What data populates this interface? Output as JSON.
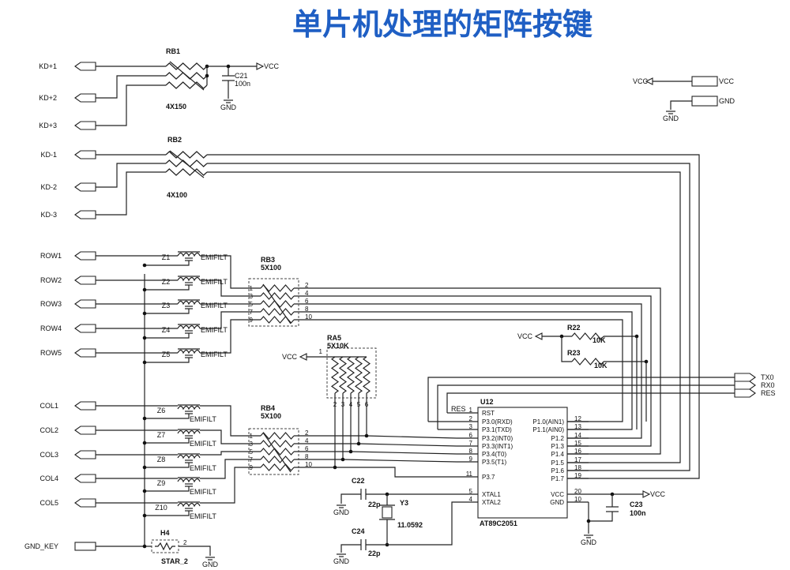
{
  "title": "单片机处理的矩阵按键",
  "connectors": {
    "kd_plus": [
      "KD+1",
      "KD+2",
      "KD+3"
    ],
    "kd_minus": [
      "KD-1",
      "KD-2",
      "KD-3"
    ],
    "rows": [
      "ROW1",
      "ROW2",
      "ROW3",
      "ROW4",
      "ROW5"
    ],
    "cols": [
      "COL1",
      "COL2",
      "COL3",
      "COL4",
      "COL5"
    ],
    "gnd_key": "GND_KEY",
    "serial": [
      "TX0",
      "RX0",
      "RES"
    ]
  },
  "power": {
    "vcc": "VCC",
    "gnd": "GND"
  },
  "rb1": {
    "ref": "RB1",
    "value": "4X150"
  },
  "rb2": {
    "ref": "RB2",
    "value": "4X100"
  },
  "rb3": {
    "ref": "RB3",
    "value": "5X100"
  },
  "rb4": {
    "ref": "RB4",
    "value": "5X100"
  },
  "ra5": {
    "ref": "RA5",
    "value": "5X10K"
  },
  "c21": {
    "ref": "C21",
    "value": "100n"
  },
  "c22": {
    "ref": "C22",
    "value": "22p"
  },
  "c24": {
    "ref": "C24",
    "value": "22p"
  },
  "c23": {
    "ref": "C23",
    "value": "100n"
  },
  "y3": {
    "ref": "Y3",
    "value": "11.0592"
  },
  "r22": {
    "ref": "R22",
    "value": "10K"
  },
  "r23": {
    "ref": "R23",
    "value": "10K"
  },
  "h4": {
    "ref": "H4",
    "value": "STAR_2",
    "pin": "2"
  },
  "filters": {
    "row_refs": [
      "Z1",
      "Z2",
      "Z3",
      "Z4",
      "Z5"
    ],
    "col_refs": [
      "Z6",
      "Z7",
      "Z8",
      "Z9",
      "Z10"
    ],
    "value": "EMIFILT"
  },
  "network_pins": {
    "left": [
      "1",
      "3",
      "5",
      "7",
      "9"
    ],
    "right": [
      "2",
      "4",
      "6",
      "8",
      "10"
    ],
    "ra5_top": "1",
    "ra5_bottom": [
      "2",
      "3",
      "4",
      "5",
      "6"
    ]
  },
  "u12": {
    "ref": "U12",
    "part": "AT89C2051",
    "left_pins": [
      {
        "num": "1",
        "name": "RST"
      },
      {
        "num": "2",
        "name": "P3.0(RXD)"
      },
      {
        "num": "3",
        "name": "P3.1(TXD)"
      },
      {
        "num": "6",
        "name": "P3.2(INT0)"
      },
      {
        "num": "7",
        "name": "P3.3(INT1)"
      },
      {
        "num": "8",
        "name": "P3.4(T0)"
      },
      {
        "num": "9",
        "name": "P3.5(T1)"
      },
      {
        "num": "11",
        "name": "P3.7"
      },
      {
        "num": "5",
        "name": "XTAL1"
      },
      {
        "num": "4",
        "name": "XTAL2"
      }
    ],
    "right_pins": [
      {
        "num": "12",
        "name": "P1.0(AIN1)"
      },
      {
        "num": "13",
        "name": "P1.1(AIN0)"
      },
      {
        "num": "14",
        "name": "P1.2"
      },
      {
        "num": "15",
        "name": "P1.3"
      },
      {
        "num": "16",
        "name": "P1.4"
      },
      {
        "num": "17",
        "name": "P1.5"
      },
      {
        "num": "18",
        "name": "P1.6"
      },
      {
        "num": "19",
        "name": "P1.7"
      },
      {
        "num": "20",
        "name": "VCC"
      },
      {
        "num": "10",
        "name": "GND"
      }
    ],
    "res_net": "RES"
  }
}
